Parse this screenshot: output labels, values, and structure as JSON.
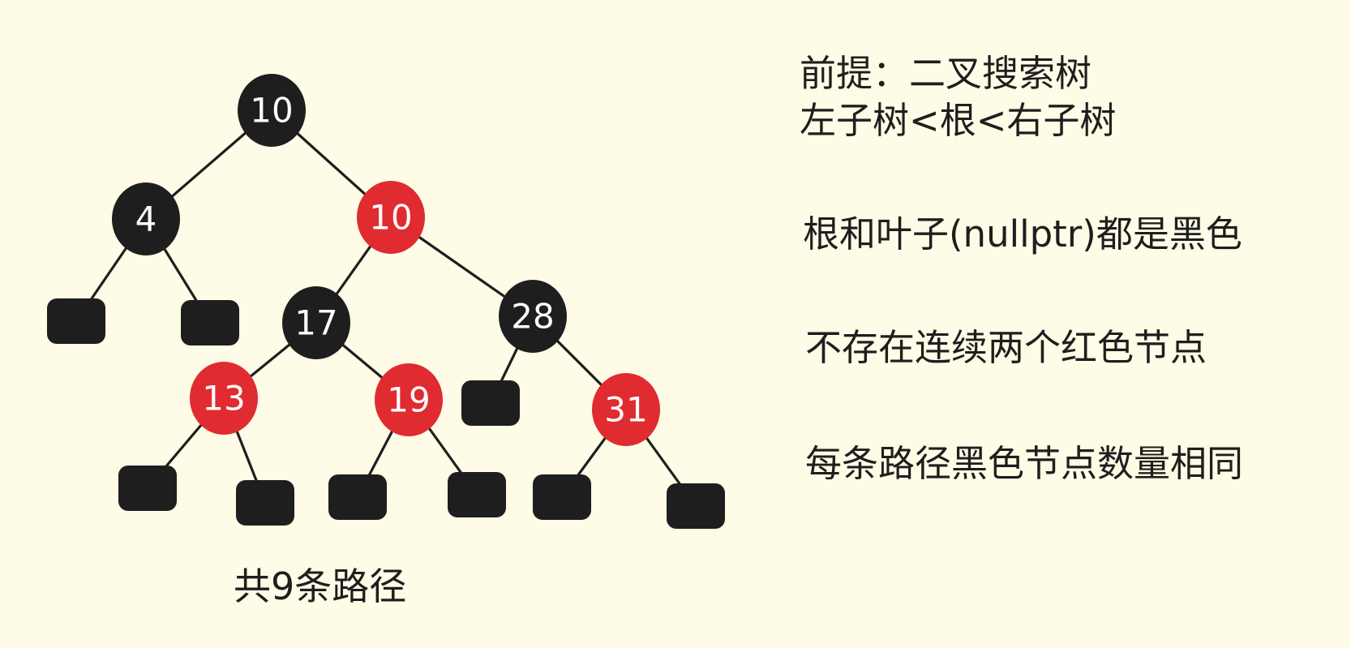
{
  "colors": {
    "background": "#fefbe6",
    "black_node": "#1e1e1e",
    "red_node": "#e02b31",
    "node_text": "#ffffff"
  },
  "tree": {
    "nodes": [
      {
        "id": "n10a",
        "label": "10",
        "color": "black"
      },
      {
        "id": "n4",
        "label": "4",
        "color": "black"
      },
      {
        "id": "n10b",
        "label": "10",
        "color": "red"
      },
      {
        "id": "n17",
        "label": "17",
        "color": "black"
      },
      {
        "id": "n28",
        "label": "28",
        "color": "black"
      },
      {
        "id": "n13",
        "label": "13",
        "color": "red"
      },
      {
        "id": "n19",
        "label": "19",
        "color": "red"
      },
      {
        "id": "n31",
        "label": "31",
        "color": "red"
      }
    ],
    "leaves": [
      {
        "id": "l4L"
      },
      {
        "id": "l4R"
      },
      {
        "id": "l13L"
      },
      {
        "id": "l13R"
      },
      {
        "id": "l19L"
      },
      {
        "id": "l19R"
      },
      {
        "id": "l28L"
      },
      {
        "id": "l31L"
      },
      {
        "id": "l31R"
      }
    ],
    "edges": [
      [
        "n10a",
        "n4"
      ],
      [
        "n10a",
        "n10b"
      ],
      [
        "n4",
        "l4L"
      ],
      [
        "n4",
        "l4R"
      ],
      [
        "n10b",
        "n17"
      ],
      [
        "n10b",
        "n28"
      ],
      [
        "n17",
        "n13"
      ],
      [
        "n17",
        "n19"
      ],
      [
        "n13",
        "l13L"
      ],
      [
        "n13",
        "l13R"
      ],
      [
        "n19",
        "l19L"
      ],
      [
        "n19",
        "l19R"
      ],
      [
        "n28",
        "l28L"
      ],
      [
        "n28",
        "n31"
      ],
      [
        "n31",
        "l31L"
      ],
      [
        "n31",
        "l31R"
      ]
    ]
  },
  "caption": "共9条路径",
  "rules": {
    "premise_line1": "前提：二叉搜索树",
    "premise_line2": "左子树<根<右子树",
    "rule2": "根和叶子(nullptr)都是黑色",
    "rule3": "不存在连续两个红色节点",
    "rule4": "每条路径黑色节点数量相同"
  }
}
